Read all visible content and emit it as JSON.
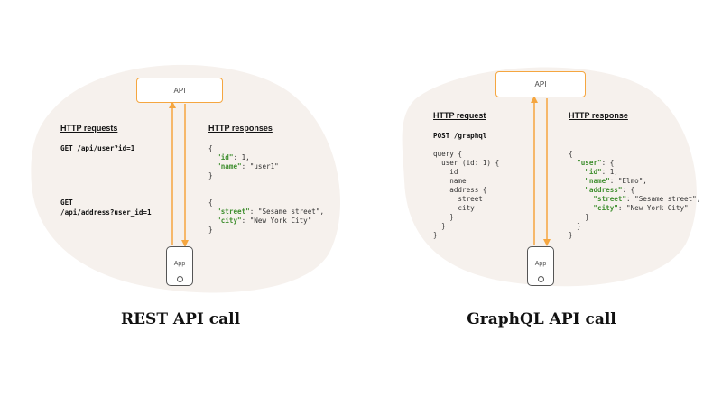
{
  "rest": {
    "api_label": "API",
    "app_label": "App",
    "requests_heading": "HTTP requests",
    "responses_heading": "HTTP responses",
    "request1": "GET /api/user?id=1",
    "request2_line1": "GET",
    "request2_line2": "/api/address?user_id=1",
    "response1": [
      [
        [
          "",
          "{"
        ]
      ],
      [
        [
          "",
          "  "
        ],
        [
          "k",
          "\"id\""
        ],
        [
          "",
          ": 1,"
        ]
      ],
      [
        [
          "",
          "  "
        ],
        [
          "k",
          "\"name\""
        ],
        [
          "",
          ": \"user1\""
        ]
      ],
      [
        [
          "",
          "}"
        ]
      ]
    ],
    "response2": [
      [
        [
          "",
          "{"
        ]
      ],
      [
        [
          "",
          "  "
        ],
        [
          "k",
          "\"street\""
        ],
        [
          "",
          ": \"Sesame street\","
        ]
      ],
      [
        [
          "",
          "  "
        ],
        [
          "k",
          "\"city\""
        ],
        [
          "",
          ": \"New York City\""
        ]
      ],
      [
        [
          "",
          "}"
        ]
      ]
    ],
    "caption": "REST API call"
  },
  "graphql": {
    "api_label": "API",
    "app_label": "App",
    "request_heading": "HTTP request",
    "response_heading": "HTTP response",
    "request_line": "POST /graphql",
    "query": "query {\n  user (id: 1) {\n    id\n    name\n    address {\n      street\n      city\n    }\n  }\n}",
    "response": [
      [
        [
          "",
          "{"
        ]
      ],
      [
        [
          "",
          "  "
        ],
        [
          "k",
          "\"user\""
        ],
        [
          "",
          ": {"
        ]
      ],
      [
        [
          "",
          "    "
        ],
        [
          "k",
          "\"id\""
        ],
        [
          "",
          ": 1,"
        ]
      ],
      [
        [
          "",
          "    "
        ],
        [
          "k",
          "\"name\""
        ],
        [
          "",
          ": \"Elmo\","
        ]
      ],
      [
        [
          "",
          "    "
        ],
        [
          "k",
          "\"address\""
        ],
        [
          "",
          ": {"
        ]
      ],
      [
        [
          "",
          "      "
        ],
        [
          "k",
          "\"street\""
        ],
        [
          "",
          ": \"Sesame street\","
        ]
      ],
      [
        [
          "",
          "      "
        ],
        [
          "k",
          "\"city\""
        ],
        [
          "",
          ": \"New York City\""
        ]
      ],
      [
        [
          "",
          "    }"
        ]
      ],
      [
        [
          "",
          "  }"
        ]
      ],
      [
        [
          "",
          "}"
        ]
      ]
    ],
    "caption": "GraphQL API call"
  },
  "colors": {
    "accent": "#f5a640",
    "blob": "#f6f1ed",
    "json_key": "#3e8e2e"
  }
}
